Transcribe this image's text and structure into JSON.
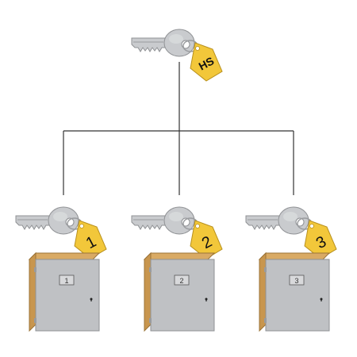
{
  "master_key": {
    "tag_label": "HS"
  },
  "lockers": [
    {
      "key_tag_label": "1",
      "door_label": "1"
    },
    {
      "key_tag_label": "2",
      "door_label": "2"
    },
    {
      "key_tag_label": "3",
      "door_label": "3"
    }
  ],
  "colors": {
    "key_metal": "#c9cbce",
    "key_outline": "#8f9194",
    "tag": "#f2c73a",
    "tag_outline": "#b8901d",
    "cabinet_front": "#bfc1c4",
    "cabinet_side": "#c8964e",
    "cabinet_top": "#d9aa64",
    "line": "#333333"
  },
  "icons": [
    "key-icon",
    "tag-icon",
    "cabinet-icon",
    "keyhole-icon"
  ]
}
